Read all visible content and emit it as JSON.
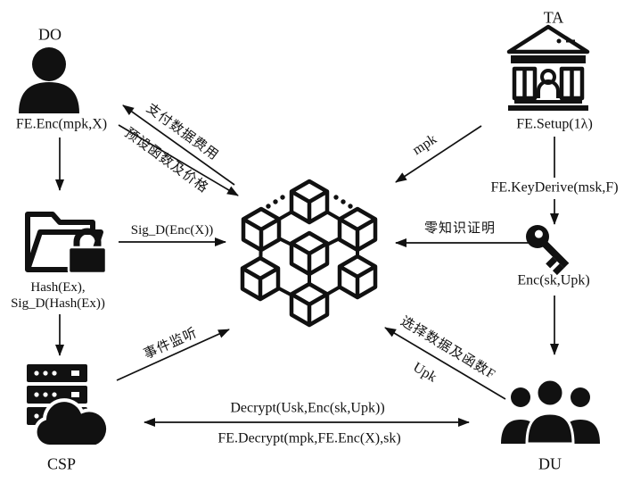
{
  "background": "#ffffff",
  "ink": "#111111",
  "entities": {
    "do": {
      "label": "DO",
      "formula": "FE.Enc(mpk,X)",
      "icon": "person-icon"
    },
    "ta": {
      "label": "TA",
      "formula": "FE.Setup(1λ)",
      "icon": "bank-icon"
    },
    "storage": {
      "line1": "Hash(Ex),",
      "line2": "Sig_D(Hash(Ex))",
      "icon": "folder-lock-icon"
    },
    "key": {
      "label": "Enc(sk,Upk)",
      "icon": "key-icon"
    },
    "csp": {
      "label": "CSP",
      "icon": "server-cloud-icon"
    },
    "du": {
      "label": "DU",
      "icon": "people-group-icon"
    },
    "blockchain": {
      "icon": "blockchain-cubes-icon"
    }
  },
  "flows": {
    "pay_data_fee": "支付数据费用",
    "preset_function_price": "预设函数及价格",
    "sig_d_enc": "Sig_D(Enc(X))",
    "mpk": "mpk",
    "fe_key_derive": "FE.KeyDerive(msk,F)",
    "zero_knowledge_proof": "零知识证明",
    "event_listening": "事件监听",
    "select_data_function": "选择数据及函数F",
    "upk": "Upk",
    "decrypt_usk": "Decrypt(Usk,Enc(sk,Upk))",
    "fe_decrypt": "FE.Decrypt(mpk,FE.Enc(X),sk)"
  }
}
